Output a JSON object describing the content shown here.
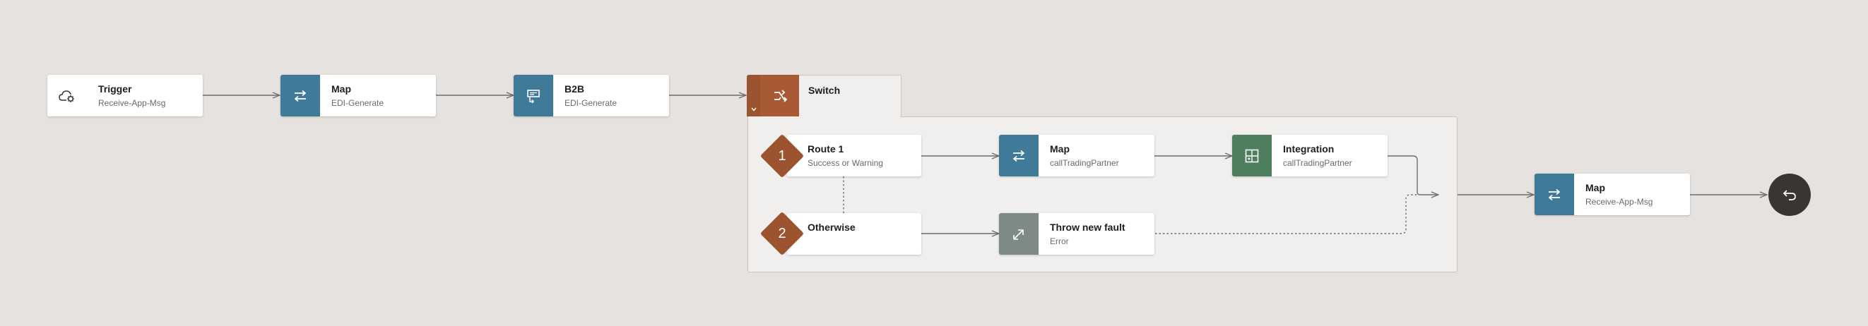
{
  "nodes": {
    "trigger": {
      "title": "Trigger",
      "subtitle": "Receive-App-Msg",
      "icon": "cloud-gear-icon"
    },
    "map1": {
      "title": "Map",
      "subtitle": "EDI-Generate",
      "icon": "swap-arrows-icon"
    },
    "b2b": {
      "title": "B2B",
      "subtitle": "EDI-Generate",
      "icon": "b2b-document-icon"
    },
    "switch": {
      "title": "Switch",
      "icon": "switch-branch-icon"
    },
    "route1": {
      "number": "1",
      "title": "Route 1",
      "subtitle": "Success or Warning"
    },
    "route2": {
      "number": "2",
      "title": "Otherwise"
    },
    "map_route": {
      "title": "Map",
      "subtitle": "callTradingPartner",
      "icon": "swap-arrows-icon"
    },
    "integration": {
      "title": "Integration",
      "subtitle": "callTradingPartner",
      "icon": "integration-grid-icon"
    },
    "throw_fault": {
      "title": "Throw new fault",
      "subtitle": "Error",
      "icon": "throw-arrow-icon"
    },
    "map_final": {
      "title": "Map",
      "subtitle": "Receive-App-Msg",
      "icon": "swap-arrows-icon"
    },
    "end": {
      "icon": "return-arrow-icon"
    }
  },
  "colors": {
    "canvas": "#e5e2df",
    "map": "#3f7a99",
    "integration": "#4d7e5d",
    "fault": "#7d8a87",
    "switch": "#9c5430",
    "end": "#3a3532",
    "wire": "#6d6d6d"
  }
}
